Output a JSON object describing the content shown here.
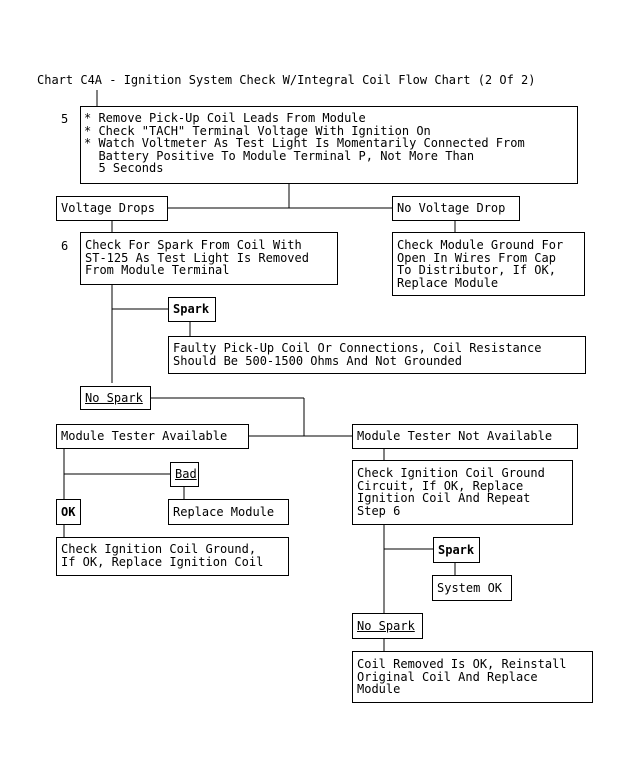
{
  "title": "Chart C4A - Ignition System Check W/Integral Coil Flow Chart (2 Of 2)",
  "step5": {
    "number": "5",
    "lines": [
      "* Remove Pick-Up Coil Leads From Module",
      "* Check \"TACH\" Terminal Voltage With Ignition On",
      "* Watch Voltmeter As Test Light Is Momentarily Connected From",
      "  Battery Positive To Module Terminal P, Not More Than",
      "  5 Seconds"
    ]
  },
  "voltage_drops": "Voltage Drops",
  "no_voltage_drop": "No Voltage Drop",
  "step6": {
    "number": "6",
    "lines": [
      "Check For Spark From Coil With",
      "ST-125 As Test Light Is Removed",
      "From Module Terminal"
    ]
  },
  "check_module_ground": {
    "lines": [
      "Check Module Ground For",
      "Open In Wires From Cap",
      "To Distributor, If OK,",
      "Replace Module"
    ]
  },
  "spark_1": "Spark",
  "faulty_pickup": {
    "lines": [
      "Faulty Pick-Up Coil Or Connections, Coil Resistance",
      "Should Be 500-1500 Ohms And Not Grounded"
    ]
  },
  "no_spark_1": "No Spark",
  "module_tester_available": "Module Tester Available",
  "module_tester_not_available": "Module Tester Not Available",
  "bad": "Bad",
  "replace_module": "Replace Module",
  "ok": "OK",
  "check_coil_ground_circuit": {
    "lines": [
      "Check Ignition Coil Ground",
      "Circuit, If OK, Replace",
      "Ignition Coil And Repeat",
      "Step 6"
    ]
  },
  "check_coil_ground": {
    "lines": [
      "Check Ignition Coil Ground,",
      "If OK, Replace Ignition Coil"
    ]
  },
  "spark_2": "Spark",
  "system_ok": "System OK",
  "no_spark_2": "No Spark",
  "coil_removed": {
    "lines": [
      "Coil Removed Is OK, Reinstall",
      "Original Coil And Replace",
      "Module"
    ]
  }
}
